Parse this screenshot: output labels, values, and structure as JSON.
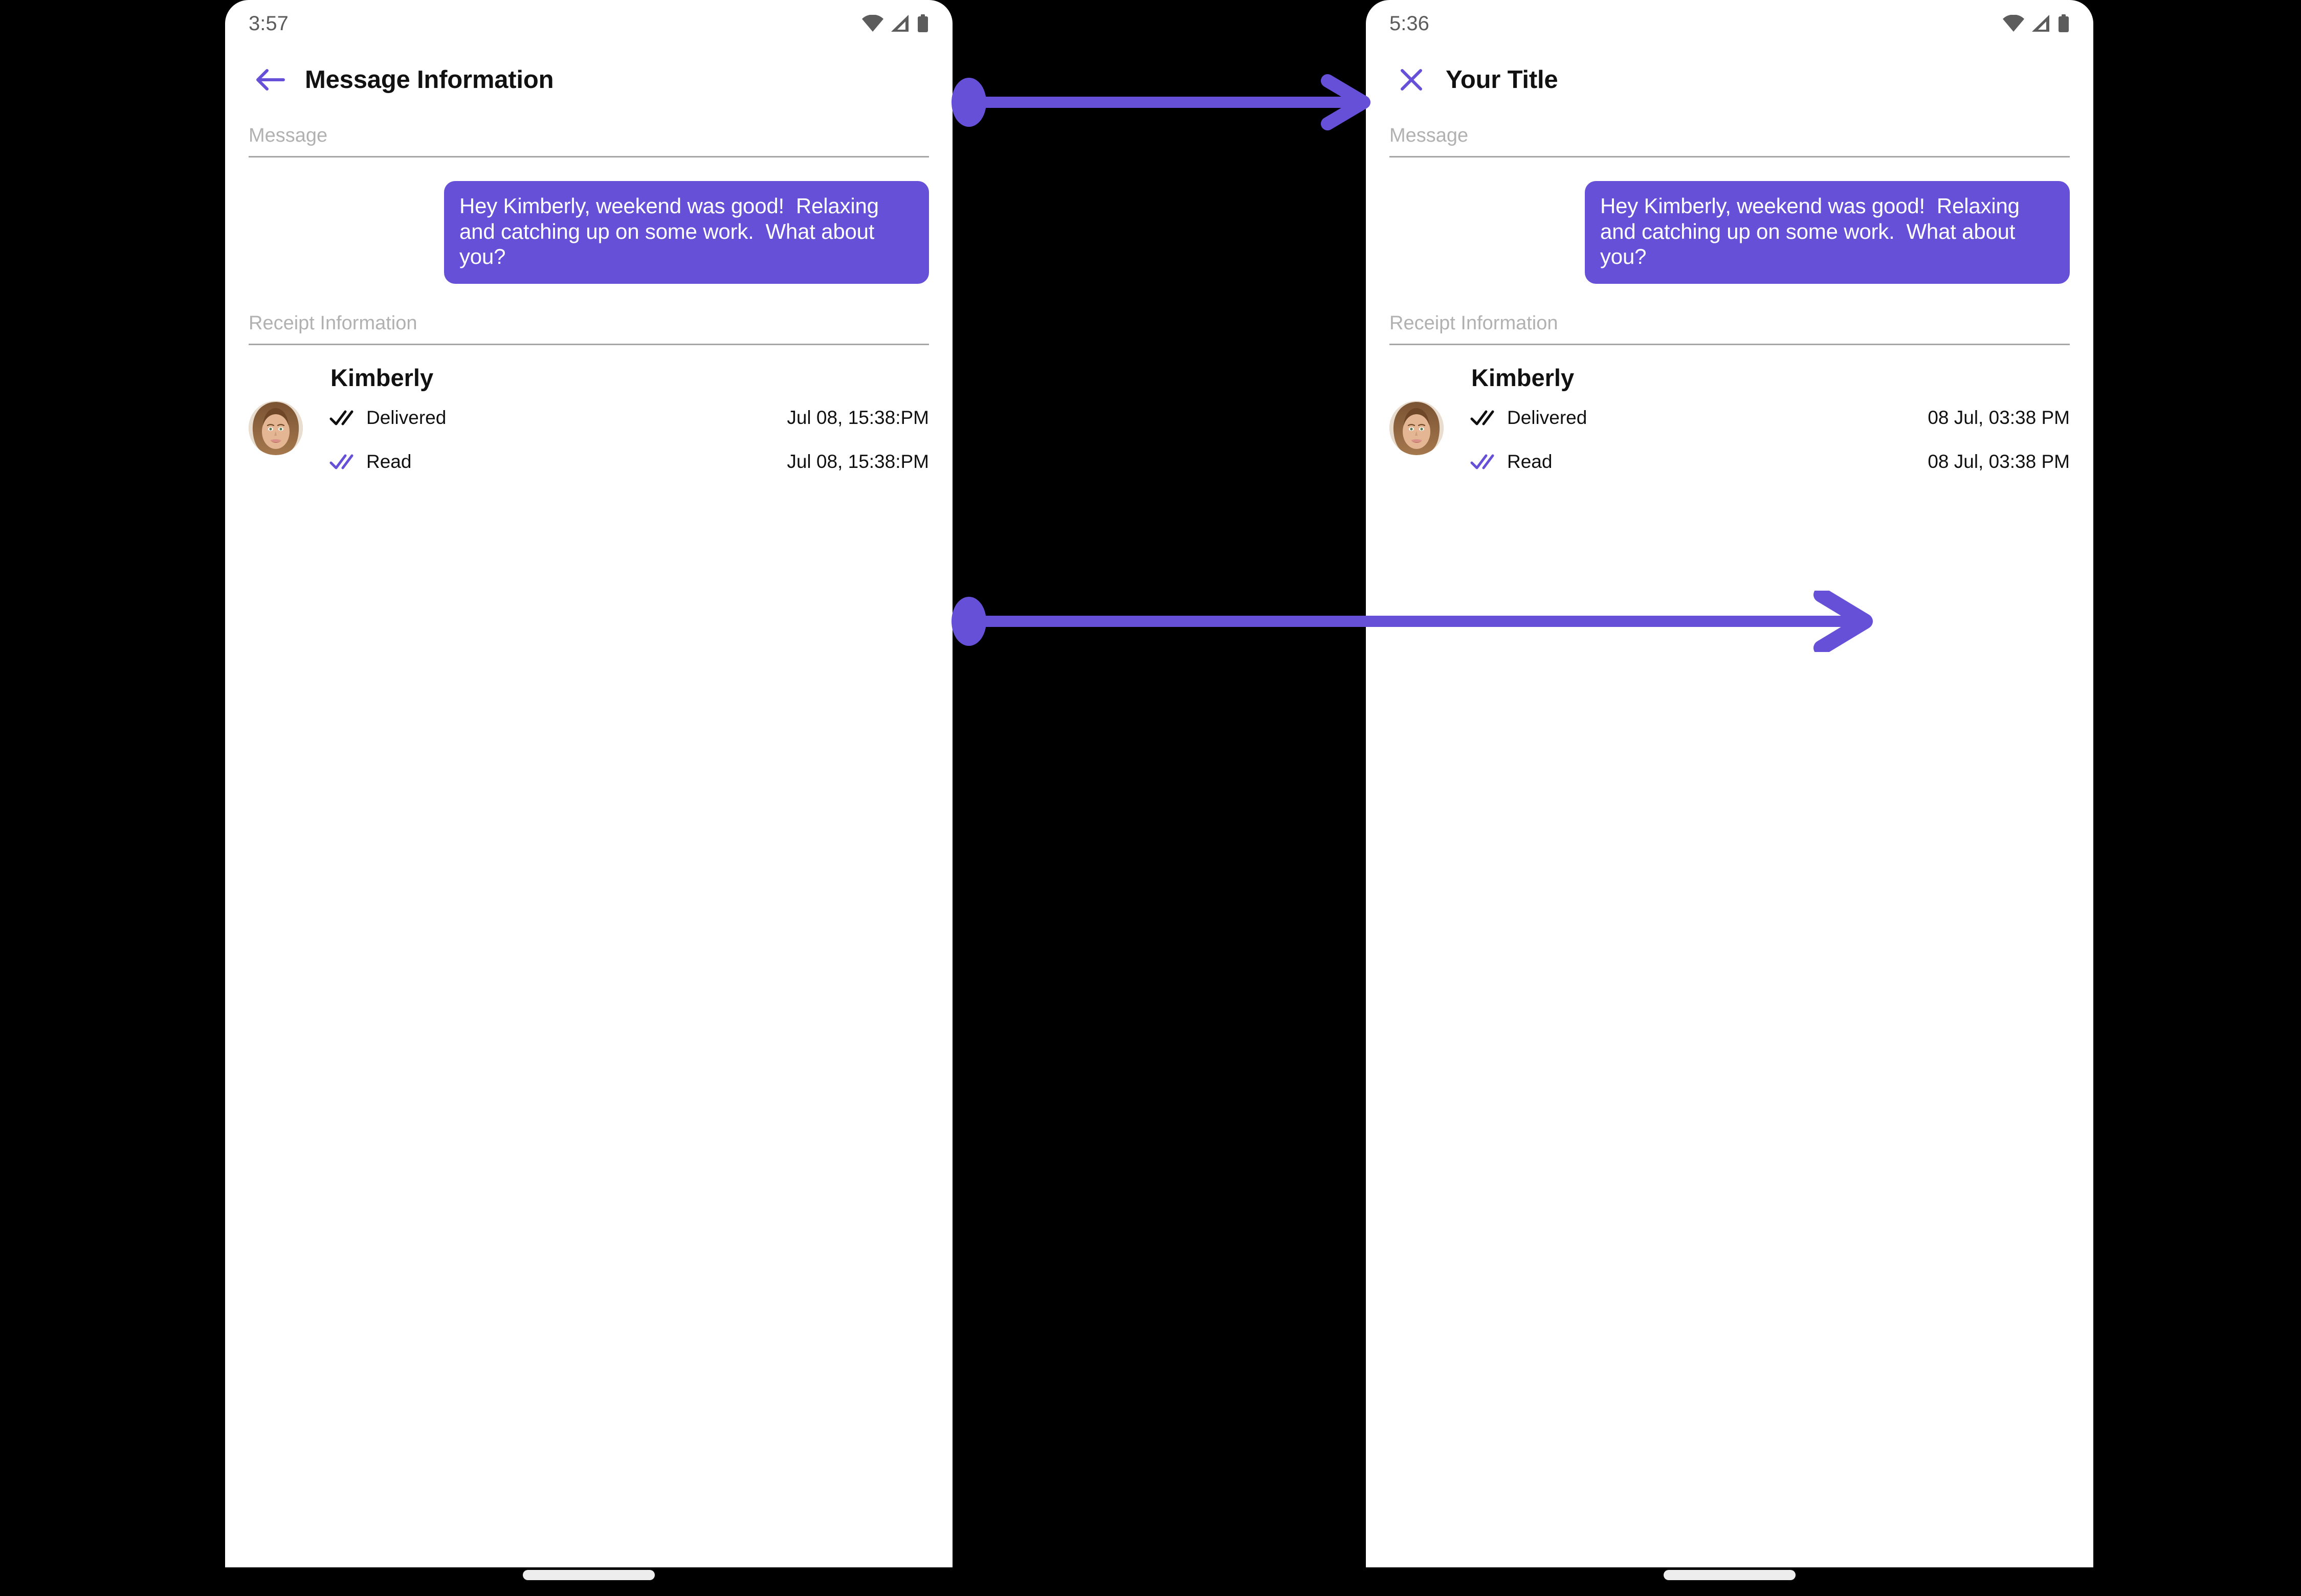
{
  "theme": {
    "accent": "#6750d8",
    "page_bg": "#000000",
    "screen_bg": "#ffffff",
    "label_gray": "#b1b1b1",
    "divider_gray": "#a7a7a7",
    "status_gray": "#5c5c5c",
    "text_black": "#101010",
    "home_indicator": "#ededed"
  },
  "left_phone": {
    "status_bar": {
      "time": "3:57",
      "icons": [
        "wifi-icon",
        "signal-icon",
        "battery-icon"
      ]
    },
    "app_bar": {
      "nav_icon": "back-arrow-icon",
      "title": "Message Information"
    },
    "message_section": {
      "label": "Message",
      "bubble_text": "Hey Kimberly, weekend was good!  Relaxing and catching up on some work.  What about you?"
    },
    "receipt_section": {
      "label": "Receipt Information",
      "contact_name": "Kimberly",
      "avatar": "contact-avatar-photo",
      "rows": [
        {
          "icon": "double-check-icon",
          "icon_color": "#101010",
          "status": "Delivered",
          "timestamp": "Jul 08, 15:38:PM"
        },
        {
          "icon": "double-check-icon",
          "icon_color": "#6750d8",
          "status": "Read",
          "timestamp": "Jul 08, 15:38:PM"
        }
      ]
    },
    "home_indicator": "home-indicator"
  },
  "right_phone": {
    "status_bar": {
      "time": "5:36",
      "icons": [
        "wifi-icon",
        "signal-icon",
        "battery-icon"
      ]
    },
    "app_bar": {
      "nav_icon": "close-x-icon",
      "title": "Your Title"
    },
    "message_section": {
      "label": "Message",
      "bubble_text": "Hey Kimberly, weekend was good!  Relaxing and catching up on some work.  What about you?"
    },
    "receipt_section": {
      "label": "Receipt Information",
      "contact_name": "Kimberly",
      "avatar": "contact-avatar-photo",
      "rows": [
        {
          "icon": "double-check-icon",
          "icon_color": "#101010",
          "status": "Delivered",
          "timestamp": "08 Jul, 03:38 PM"
        },
        {
          "icon": "double-check-icon",
          "icon_color": "#6750d8",
          "status": "Read",
          "timestamp": "08 Jul, 03:38 PM"
        }
      ]
    },
    "home_indicator": "home-indicator"
  },
  "annotations": [
    {
      "name": "title-change-arrow",
      "from": "left-app-bar-title",
      "to": "right-app-bar-title",
      "color": "#6750d8"
    },
    {
      "name": "timestamp-format-arrow",
      "from": "left-receipt-timestamps",
      "to": "right-receipt-timestamps",
      "color": "#6750d8"
    }
  ]
}
